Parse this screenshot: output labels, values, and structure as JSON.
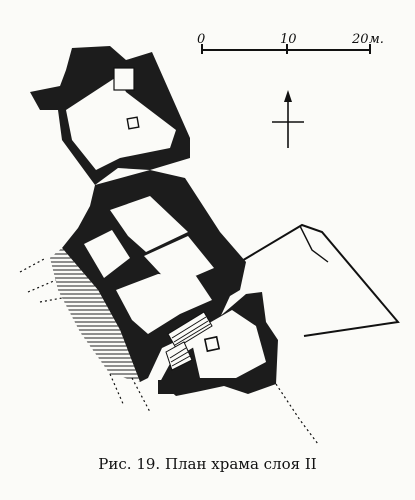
{
  "scale_bar": {
    "ticks": [
      "0",
      "10",
      "20"
    ],
    "unit": "м."
  },
  "caption": "Рис. 19. План храма слоя II",
  "colors": {
    "wall": "#1c1c1c",
    "ink": "#111111",
    "paper": "#fbfbf8"
  },
  "icons": [
    "north-arrow-icon"
  ]
}
